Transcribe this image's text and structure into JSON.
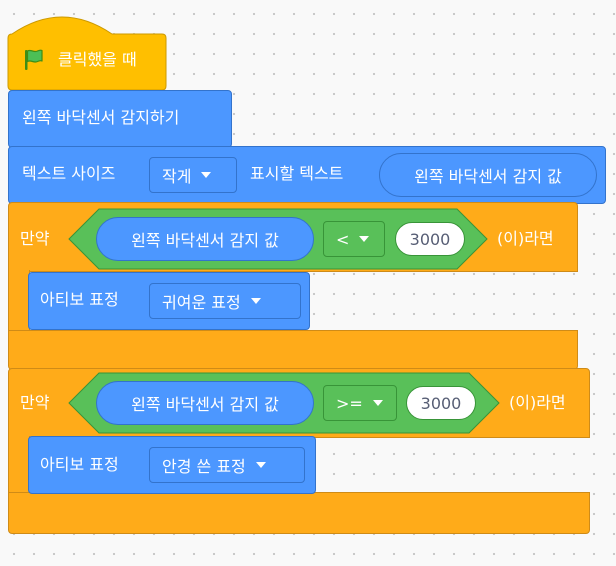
{
  "hat": {
    "flag_icon": "green-flag-icon",
    "label": "클릭했을 때"
  },
  "block_detect": {
    "label": "왼쪽 바닥센서 감지하기"
  },
  "block_text": {
    "label_size": "텍스트 사이즈",
    "size_value": "작게",
    "label_display": "표시할 텍스트",
    "reporter": "왼쪽 바닥센서 감지 값"
  },
  "if1": {
    "label_if": "만약",
    "reporter": "왼쪽 바닥센서 감지 값",
    "operator": "<",
    "value": "3000",
    "label_then": "(이)라면",
    "body": {
      "label": "아티보 표정",
      "expression": "귀여운 표정"
    }
  },
  "if2": {
    "label_if": "만약",
    "reporter": "왼쪽 바닥센서 감지 값",
    "operator": ">=",
    "value": "3000",
    "label_then": "(이)라면",
    "body": {
      "label": "아티보 표정",
      "expression": "안경 쓴 표정"
    }
  },
  "colors": {
    "events": "#ffbf00",
    "motion": "#4c97ff",
    "control": "#ffab19",
    "operators": "#59c059"
  }
}
